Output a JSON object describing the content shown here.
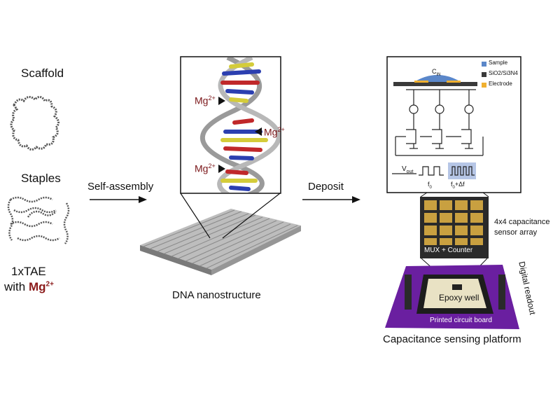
{
  "left": {
    "scaffold": "Scaffold",
    "staples": "Staples",
    "buffer_line1": "1xTAE",
    "buffer_line2_prefix": "with ",
    "buffer_line2_ion": "Mg",
    "buffer_line2_charge": "2+"
  },
  "arrows": {
    "self_assembly": "Self-assembly",
    "deposit": "Deposit"
  },
  "dna": {
    "mg_ion": "Mg",
    "mg_charge": "2+",
    "nanostructure_label": "DNA nanostructure"
  },
  "circuit": {
    "legend": [
      "Sample",
      "SiO2/Si3N4",
      "Electrode"
    ],
    "cin_label": "C",
    "cin_sub": "IN",
    "vout_label": "V",
    "vout_sub": "out",
    "f0_label": "f",
    "f0_sub": "0",
    "f0df_label": "+Δf"
  },
  "sensor": {
    "array_label_line1": "4x4 capacitance",
    "array_label_line2": "sensor array",
    "mux_label": "MUX + Counter",
    "epoxy_label": "Epoxy well",
    "pcb_label": "Printed circuit board",
    "digital_readout": "Digital readout",
    "platform_label": "Capacitance sensing platform"
  },
  "colors": {
    "sample": "#5b87c9",
    "oxide": "#3a3a3a",
    "electrode": "#f0b030",
    "mg_text": "#7a1518",
    "pcb": "#6a1fa0"
  }
}
